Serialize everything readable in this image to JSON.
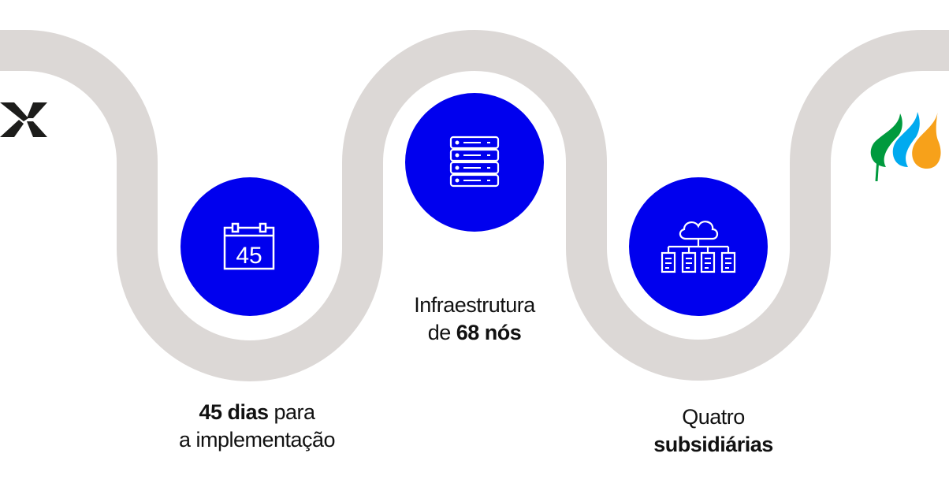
{
  "colors": {
    "path": "#dcd8d6",
    "circle": "#0000ee",
    "icon": "#ffffff",
    "text": "#111111"
  },
  "logos": {
    "left": "x-logo",
    "right": "three-leaves-logo"
  },
  "steps": [
    {
      "icon": "calendar-icon",
      "calendar_number": "45",
      "bold": "45 dias",
      "text_after": " para",
      "line2": "a implementação"
    },
    {
      "icon": "server-icon",
      "line1": "Infraestrutura",
      "text_before": "de ",
      "bold": "68 nós"
    },
    {
      "icon": "cloud-network-icon",
      "line1": "Quatro",
      "bold": "subsidiárias"
    }
  ]
}
